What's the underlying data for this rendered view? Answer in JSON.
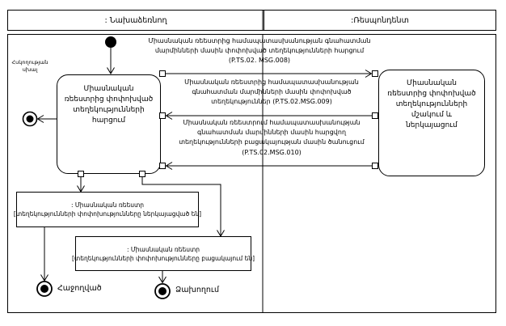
{
  "diagram": {
    "type": "uml-activity-diagram",
    "lanes": {
      "left_label": ": Նախաձեռնող",
      "right_label": ":Ռեսպոնդենտ"
    },
    "side_note": "Հսկողության\nսխալ",
    "activities": {
      "left_box": "Միասնական\nռեեստրից փոփոխված\nտեղեկությունների\nհարցում",
      "right_box": "Միասնական\nռեեստրից փոփոխված\nտեղեկությունների\nմշակում և\nներկայացում"
    },
    "messages": {
      "msg1": "Միասնական ռեեստրից համապատասխանության գնահատման\nմարմինների մասին փոփոխված տեղեկությունների հարցում\n(P.TS.02. MSG.008)",
      "msg2": "Միասնական ռեեստրից համապատասխանության\nգնահատման մարմինների մասին փոփոխված\nտեղեկություններ (P.TS.02.MSG.009)",
      "msg3": "Միասնական ռեեստրում համապատասխանության\nգնահատման մարմինների մասին հարցվող\nտեղեկությունների բացակայության մասին ծանուցում\n(P.TS.02.MSG.010)"
    },
    "object_states": {
      "box1": ": Միասնական ռեեստր\n[տեղեկությունների փոփոխությունները ներկայացված են]",
      "box2": ": Միասնական ռեեստր\n[տեղեկությունների փոփոխությունները բացակայում են]"
    },
    "terminals": {
      "success": "Հաջողված",
      "failure": "Ձախողում"
    },
    "colors": {
      "line": "#000000",
      "background": "#ffffff"
    }
  }
}
